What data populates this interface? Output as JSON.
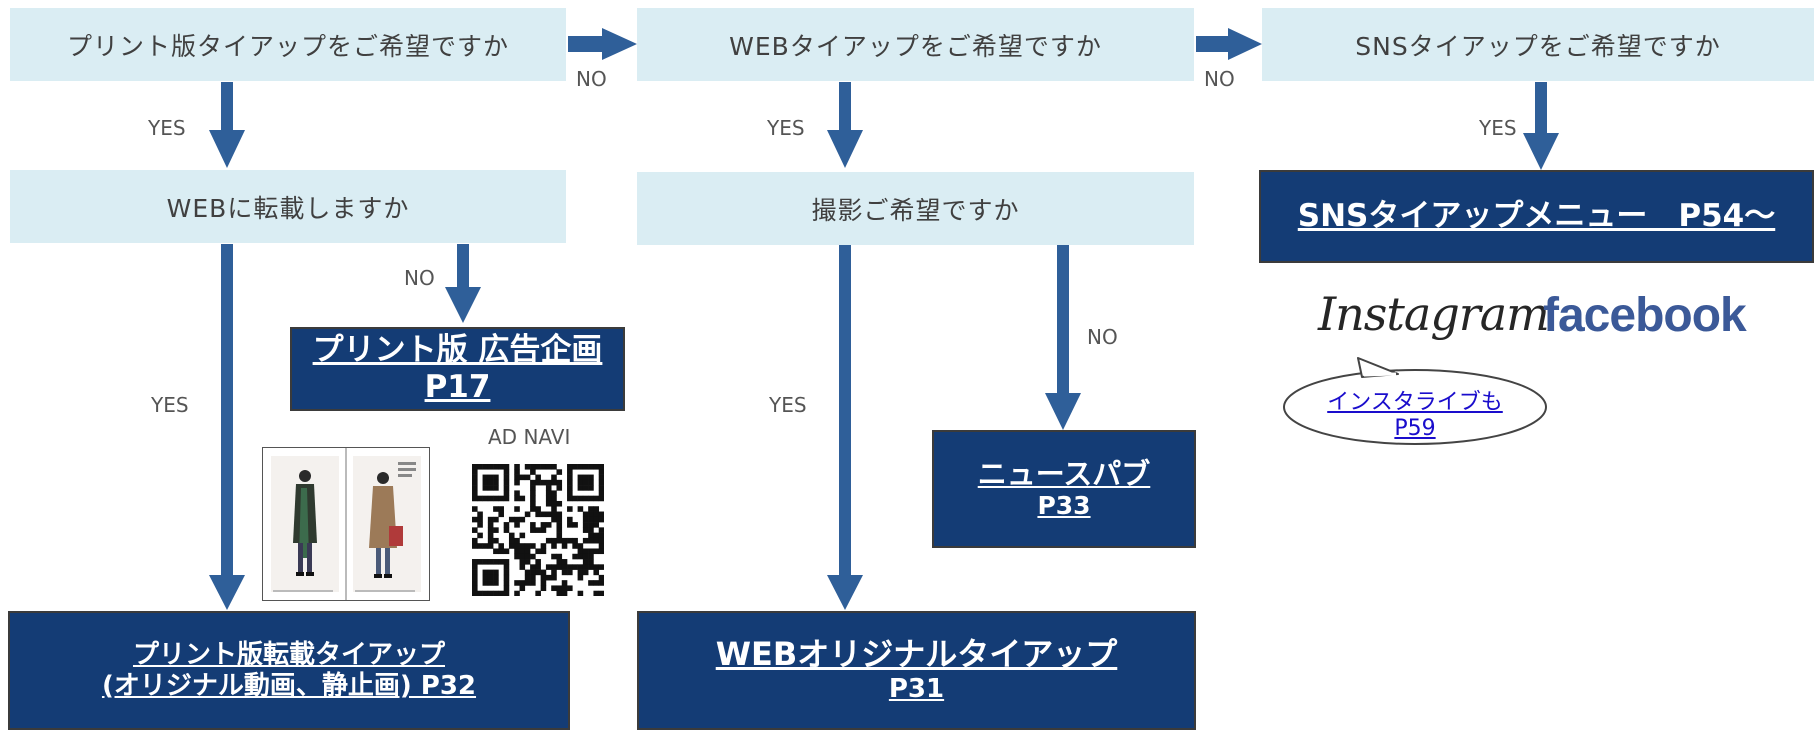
{
  "questions": {
    "print": "プリント版タイアップをご希望ですか",
    "web": "WEBタイアップをご希望ですか",
    "sns": "SNSタイアップをご希望ですか",
    "web_repost": "WEBに転載しますか",
    "shoot": "撮影ご希望ですか"
  },
  "labels": {
    "yes": "YES",
    "no": "NO",
    "ad_navi": "AD NAVI"
  },
  "results": {
    "print_ad": {
      "line1": "プリント版 広告企画",
      "line2": "P17"
    },
    "print_repost": {
      "line1": "プリント版転載タイアップ",
      "line2": "(オリジナル動画、静止画) P32"
    },
    "news_pub": {
      "line1": "ニュースパブ",
      "line2": "P33"
    },
    "web_original": {
      "line1": "WEBオリジナルタイアップ",
      "line2": "P31"
    },
    "sns_menu": {
      "line1": "SNSタイアップメニュー　P54〜"
    }
  },
  "logos": {
    "instagram": "Instagram",
    "facebook": "facebook"
  },
  "bubble": {
    "line1": "インスタライブも",
    "line2": "P59"
  },
  "colors": {
    "question_bg": "#daedf3",
    "result_bg": "#143c75",
    "arrow": "#2f5f99",
    "facebook": "#3b5998"
  }
}
